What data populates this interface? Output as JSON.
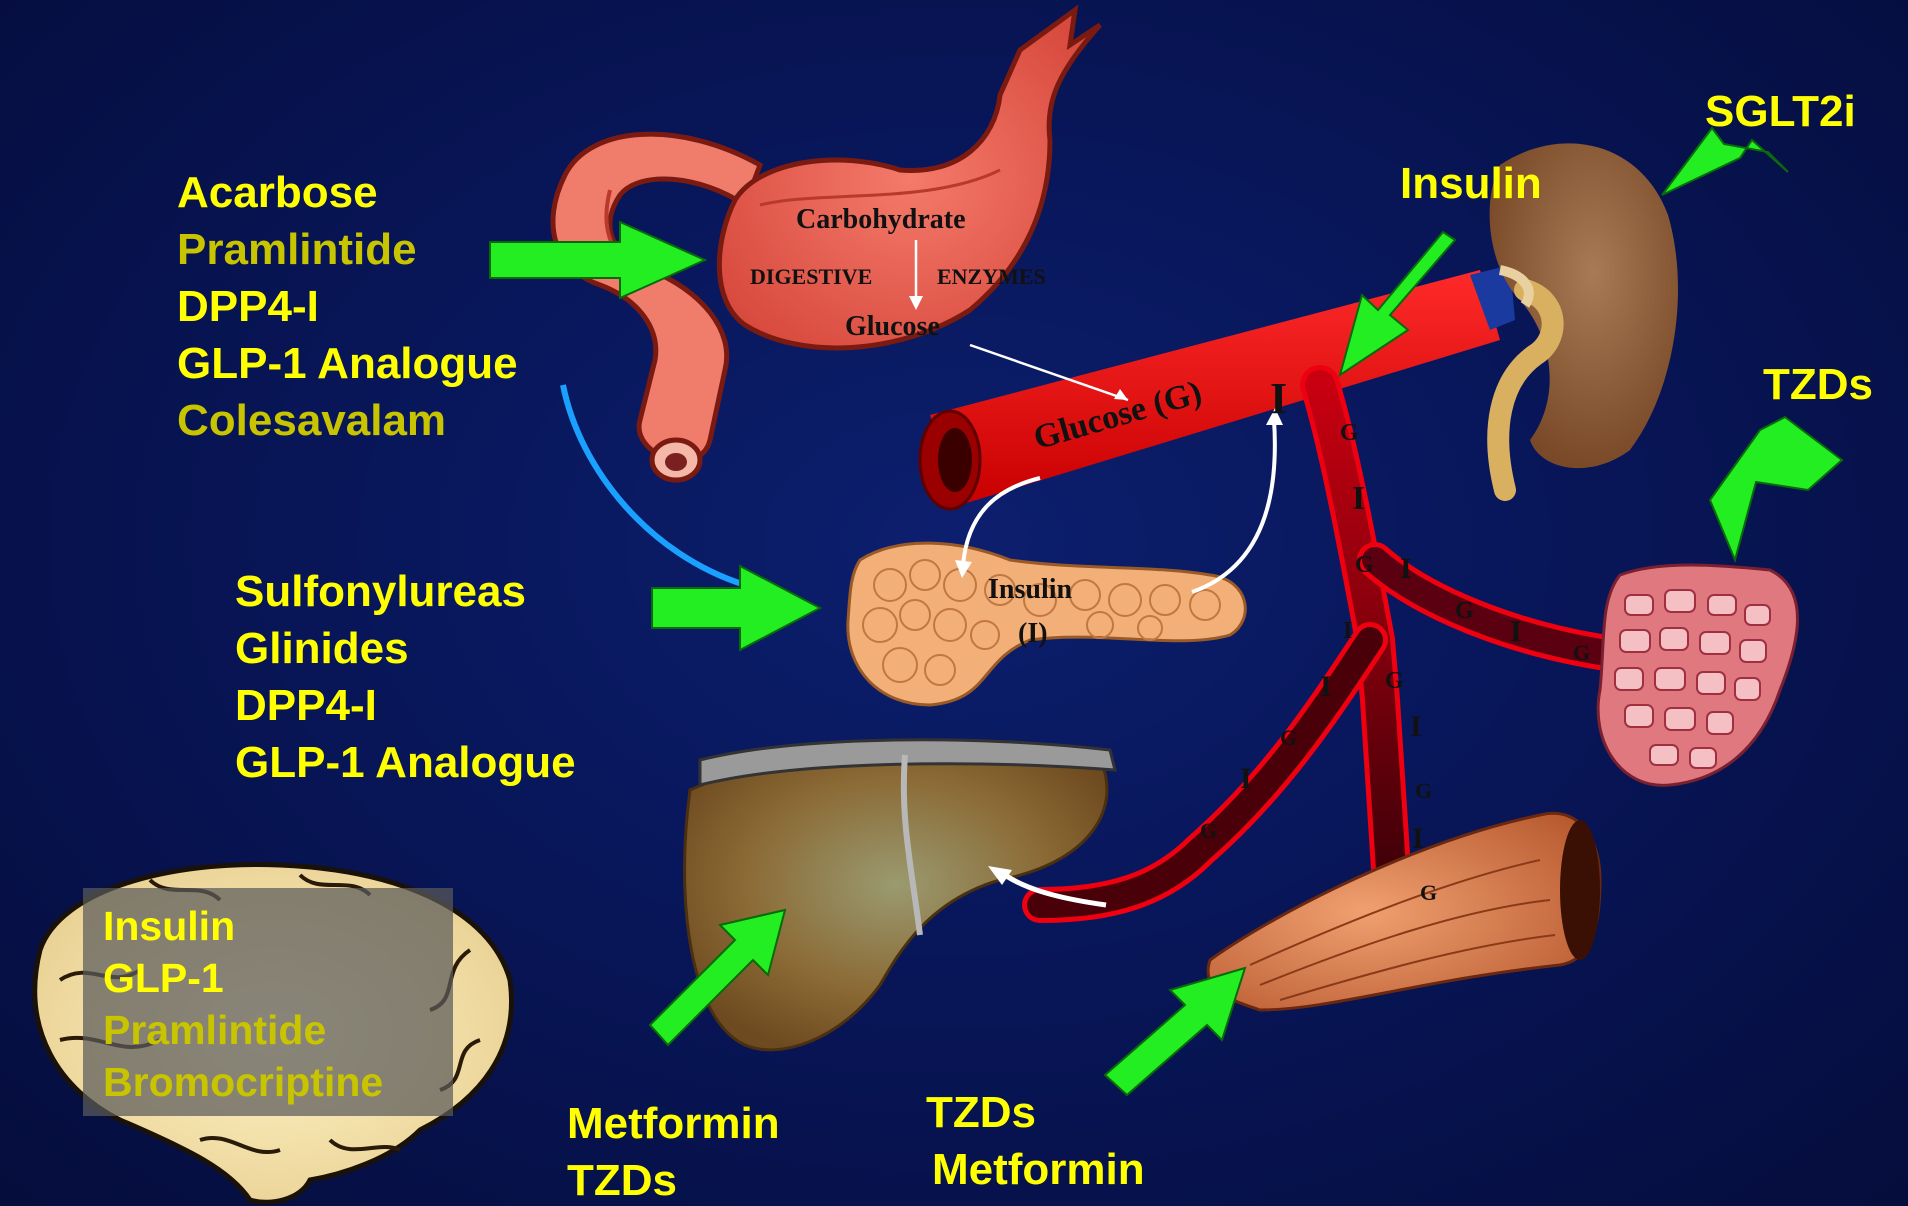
{
  "colors": {
    "drug_primary": "#ffff00",
    "drug_secondary": "#c8c400",
    "arrow": "#22ee22",
    "vessel": "#e80000",
    "background": "#081659"
  },
  "gut_drugs": [
    "Acarbose",
    "Pramlintide",
    "DPP4-I",
    "GLP-1 Analogue",
    "Colesavalam"
  ],
  "pancreas_drugs": [
    "Sulfonylureas",
    "Glinides",
    "DPP4-I",
    "GLP-1 Analogue"
  ],
  "brain_drugs": [
    "Insulin",
    "GLP-1",
    "Pramlintide",
    "Bromocriptine"
  ],
  "kidney_drug": "SGLT2i",
  "vessel_drug": "Insulin",
  "adipose_drug": "TZDs",
  "liver_drugs": [
    "Metformin",
    "TZDs"
  ],
  "muscle_drugs": [
    "TZDs",
    "Metformin"
  ],
  "stomach": {
    "carbohydrate": "Carbohydrate",
    "enzymes_left": "DIGESTIVE",
    "enzymes_right": "ENZYMES",
    "glucose": "Glucose"
  },
  "vessel_label": "Glucose (G)",
  "vessel_insulin_mark": "I",
  "pancreas_label": {
    "line1": "Insulin",
    "line2": "(I)"
  },
  "vessel_letters": [
    "G",
    "I",
    "G",
    "I",
    "G",
    "I",
    "G",
    "I",
    "G",
    "I",
    "G",
    "I",
    "G",
    "I",
    "G",
    "I",
    "G"
  ]
}
